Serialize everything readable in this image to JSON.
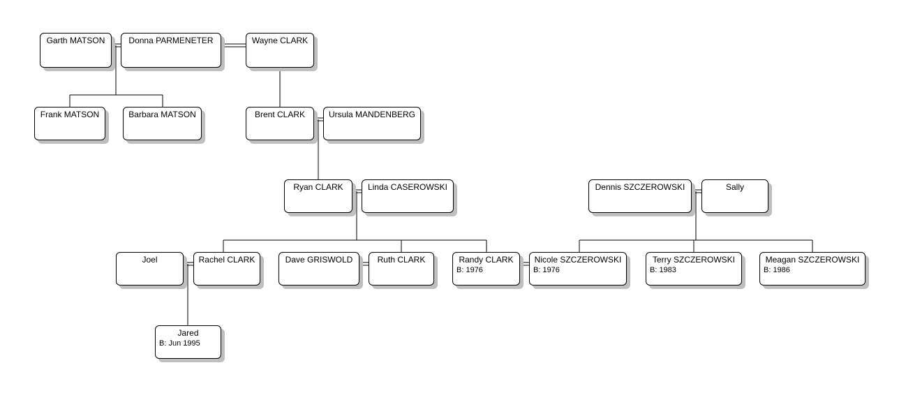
{
  "people": {
    "garth_matson": {
      "name": "Garth MATSON"
    },
    "donna_parmeneter": {
      "name": "Donna PARMENETER"
    },
    "wayne_clark": {
      "name": "Wayne CLARK"
    },
    "frank_matson": {
      "name": "Frank MATSON"
    },
    "barbara_matson": {
      "name": "Barbara MATSON"
    },
    "brent_clark": {
      "name": "Brent CLARK"
    },
    "ursula_mandenberg": {
      "name": "Ursula MANDENBERG"
    },
    "ryan_clark": {
      "name": "Ryan CLARK"
    },
    "linda_caserowski": {
      "name": "Linda CASEROWSKI"
    },
    "dennis_szczerowski": {
      "name": "Dennis SZCZEROWSKI"
    },
    "sally": {
      "name": "Sally"
    },
    "joel": {
      "name": "Joel"
    },
    "rachel_clark": {
      "name": "Rachel CLARK"
    },
    "dave_griswold": {
      "name": "Dave GRISWOLD"
    },
    "ruth_clark": {
      "name": "Ruth CLARK"
    },
    "randy_clark": {
      "name": "Randy CLARK",
      "birth": "B: 1976"
    },
    "nicole_szczerowski": {
      "name": "Nicole SZCZEROWSKI",
      "birth": "B: 1976"
    },
    "terry_szczerowski": {
      "name": "Terry SZCZEROWSKI",
      "birth": "B: 1983"
    },
    "meagan_szczerowski": {
      "name": "Meagan SZCZEROWSKI",
      "birth": "B: 1986"
    },
    "jared": {
      "name": "Jared",
      "birth": "B: Jun 1995"
    }
  },
  "colors": {
    "line": "#000000",
    "shadow": "#bfbfbf",
    "box_fill": "#ffffff"
  }
}
